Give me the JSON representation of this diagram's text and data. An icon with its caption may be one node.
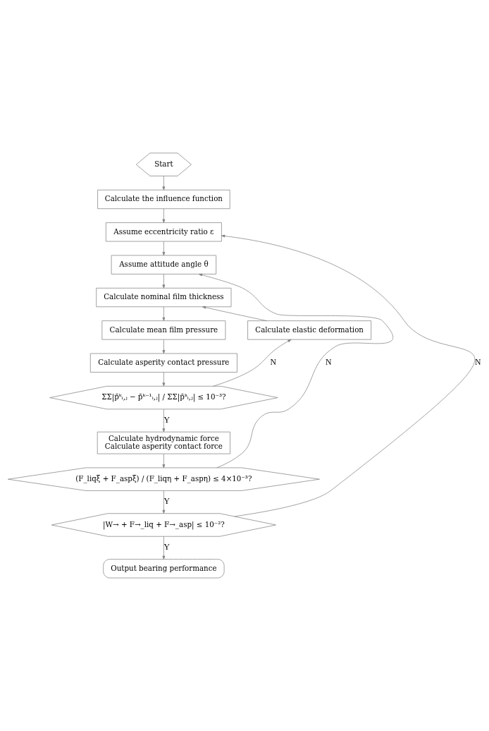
{
  "diagram": {
    "nodes": [
      {
        "text": [
          "Start"
        ]
      },
      {
        "text": [
          "Calculate the influence function"
        ]
      },
      {
        "text": [
          "Assume eccentricity ratio ε"
        ]
      },
      {
        "text": [
          "Assume attitude angle θ"
        ]
      },
      {
        "text": [
          "Calculate nominal film thickness"
        ]
      },
      {
        "text": [
          "Calculate mean film pressure"
        ]
      },
      {
        "text": [
          "Calculate asperity contact pressure"
        ]
      },
      {
        "text": [
          "ΣΣ|p̄ᵏᵢ,ⱼ − p̄ᵏ⁻¹ᵢ,ⱼ| / ΣΣ|p̄ᵏᵢ,ⱼ| ≤ 10⁻³?"
        ]
      },
      {
        "text": [
          "Calculate elastic deformation"
        ]
      },
      {
        "text": [
          "Calculate hydrodynamic force",
          "Calculate asperity contact force"
        ]
      },
      {
        "text": [
          "(F_liqξ + F_aspξ) / (F_liqη + F_aspη) ≤ 4×10⁻³?"
        ]
      },
      {
        "text": [
          "|W→ + F→_liq + F→_asp| ≤ 10⁻²?"
        ]
      },
      {
        "text": [
          "Output bearing performance"
        ]
      }
    ],
    "edges": [
      {
        "from": 0,
        "to": 1,
        "arrow": "to"
      },
      {
        "from": 1,
        "to": 2,
        "arrow": "to"
      },
      {
        "from": 2,
        "to": 3,
        "arrow": "to"
      },
      {
        "from": 3,
        "to": 4,
        "arrow": "to"
      },
      {
        "from": 4,
        "to": 5,
        "arrow": "to"
      },
      {
        "from": 5,
        "to": 6,
        "arrow": "to"
      },
      {
        "from": 6,
        "to": 7,
        "arrow": "to"
      },
      {
        "from": 7,
        "to": 8,
        "arrow": "to",
        "label": "N"
      },
      {
        "from": 8,
        "to": 4,
        "arrow": "to"
      },
      {
        "from": 7,
        "to": 9,
        "arrow": "to",
        "label": "Y"
      },
      {
        "from": 9,
        "to": 10,
        "arrow": "to"
      },
      {
        "from": 10,
        "to": 3,
        "arrow": "to",
        "label": "N"
      },
      {
        "from": 10,
        "to": 11,
        "arrow": "to",
        "label": "Y"
      },
      {
        "from": 11,
        "to": 2,
        "arrow": "to",
        "label": "N"
      },
      {
        "from": 11,
        "to": 12,
        "arrow": "to",
        "label": "Y"
      }
    ]
  }
}
